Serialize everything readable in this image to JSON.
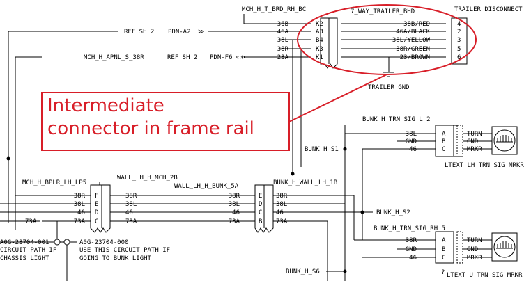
{
  "trailer_connector": {
    "harness_label": "MCH_H_T_BRD_RH_BC",
    "connector_label": "7_WAY_TRAILER_BHD",
    "disconnect_label": "TRAILER DISCONNECT",
    "ground_label": "TRAILER GND",
    "ref1": "REF SH 2",
    "pdn1": "PDN-A2",
    "ref2": "REF SH 2",
    "pdn2": "PDN-F6",
    "apnl": "MCH_H_APNL_S_38R",
    "left_wires": [
      "36B",
      "46A",
      "38L",
      "38R",
      "23A"
    ],
    "pins": [
      "K2",
      "A3",
      "B4",
      "K3",
      "K1"
    ],
    "right_wires": [
      "38B/RED",
      "46A/BLACK",
      "38L/YELLOW",
      "38R/GREEN",
      "23/BROWN"
    ],
    "terminals": [
      "4",
      "2",
      "3",
      "5",
      "6"
    ]
  },
  "callout": {
    "line1": "Intermediate",
    "line2": "connector in frame rail",
    "color": "#d81e28"
  },
  "lh_signal": {
    "harness": "BUNK_H_TRN_SIG_L_2",
    "wires": [
      "38L",
      "GND",
      "46"
    ],
    "pins": [
      "A",
      "B",
      "C"
    ],
    "functions": [
      "TURN",
      "GND",
      "MRKR"
    ],
    "lamp_label": "LTEXT_LH_TRN_SIG_MRKR",
    "splice": "BUNK_H_S1"
  },
  "rh_signal": {
    "harness": "BUNK_H_TRN_SIG_RH_5",
    "wires": [
      "38R",
      "GND",
      "46"
    ],
    "pins": [
      "A",
      "B",
      "C"
    ],
    "functions": [
      "TURN",
      "GND",
      "MRKR"
    ],
    "lamp_label": "LTEXT_U_TRN_SIG_MRKR",
    "lamp_prefix": "?",
    "splice": "BUNK_H_S2",
    "splice_bottom": "BUNK_H_S6"
  },
  "bulkhead_left": {
    "harness_left": "MCH_H_BPLR_LH_LP5",
    "harness_right": "WALL_LH_H_MCH_2B",
    "left_wires": [
      "38R",
      "38L",
      "46",
      "73A"
    ],
    "pins": [
      "F",
      "E",
      "D",
      "C"
    ],
    "right_wires": [
      "38R",
      "38L",
      "46",
      "73A"
    ],
    "far_left_wire": "73A"
  },
  "bulkhead_right": {
    "harness_left": "WALL_LH_H_BUNK_5A",
    "harness_right": "BUNK_H_WALL_LH_1B",
    "left_wires": [
      "38R",
      "38L",
      "46",
      "73A"
    ],
    "pins": [
      "E",
      "D",
      "C",
      "B"
    ],
    "right_wires": [
      "38R",
      "38L",
      "46",
      "73A"
    ]
  },
  "notes": {
    "left_code": "A0G-23704-001",
    "left_line1": "CIRCUIT PATH IF",
    "left_line2": "CHASSIS LIGHT",
    "right_code": "A0G-23704-000",
    "right_line1": "USE THIS CIRCUIT PATH IF",
    "right_line2": "GOING TO BUNK LIGHT"
  }
}
